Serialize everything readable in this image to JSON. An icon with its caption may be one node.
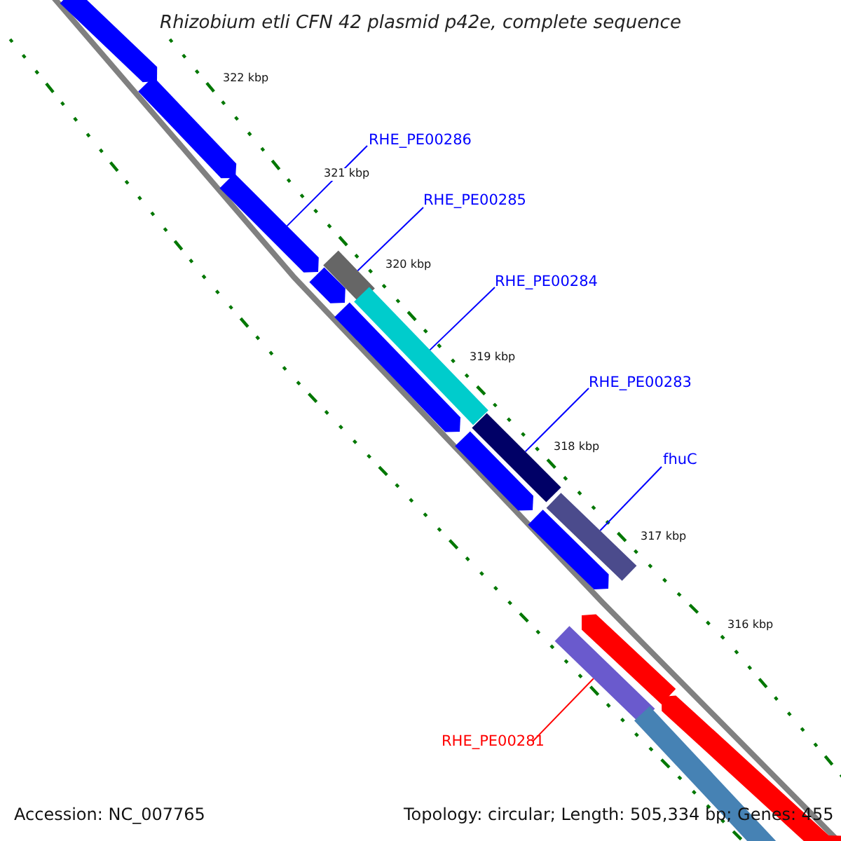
{
  "diagram": {
    "title": "Rhizobium etli CFN 42 plasmid p42e, complete sequence",
    "nodes": [
      {
        "text": [
          "RHE_PE00286"
        ]
      },
      {
        "text": [
          "RHE_PE00285"
        ]
      },
      {
        "text": [
          "RHE_PE00284"
        ]
      },
      {
        "text": [
          "RHE_PE00283"
        ]
      },
      {
        "text": [
          "fhuC"
        ]
      },
      {
        "text": [
          "RHE_PE00281"
        ]
      },
      {
        "text": [],
        "shape": "arrow"
      },
      {
        "text": [],
        "shape": "arrow"
      },
      {
        "text": [],
        "shape": "arrow"
      },
      {
        "text": [],
        "shape": "arrow"
      },
      {
        "text": [],
        "shape": "bar"
      },
      {
        "text": [],
        "shape": "bar"
      },
      {
        "text": [],
        "shape": "arrow"
      },
      {
        "text": [],
        "shape": "arrow"
      },
      {
        "text": [],
        "shape": "bar"
      },
      {
        "text": [],
        "shape": "arrow"
      },
      {
        "text": [],
        "shape": "bar"
      },
      {
        "text": [],
        "shape": "arrow"
      },
      {
        "text": [],
        "shape": "bar"
      },
      {
        "text": [],
        "shape": "arrow"
      },
      {
        "text": [],
        "shape": "bar"
      },
      {
        "text": [],
        "shape": "arrow"
      }
    ],
    "edges": [
      {
        "from": 0,
        "to": 8,
        "arrow": "none"
      },
      {
        "from": 1,
        "to": 10,
        "arrow": "none"
      },
      {
        "from": 2,
        "to": 11,
        "arrow": "none"
      },
      {
        "from": 3,
        "to": 14,
        "arrow": "none"
      },
      {
        "from": 4,
        "to": 16,
        "arrow": "none"
      },
      {
        "from": 5,
        "to": 18,
        "arrow": "none",
        "color": "#ff0000"
      }
    ],
    "labels": [
      "322 kbp",
      "321 kbp",
      "320 kbp",
      "319 kbp",
      "318 kbp",
      "317 kbp",
      "316 kbp",
      "Accession: NC_007765",
      "Topology: circular; Length: 505,334 bp; Genes: 455"
    ]
  }
}
